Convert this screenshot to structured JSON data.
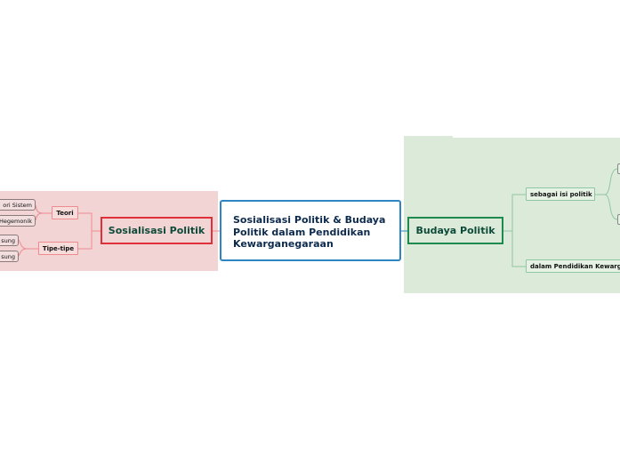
{
  "center": {
    "title": "Sosialisasi Politik & Budaya Politik dalam Pendidikan Kewarganegaraan"
  },
  "left": {
    "title": "Sosialisasi Politik",
    "branches": [
      {
        "label": "Teori",
        "leaves": [
          "ori Sistem",
          "Hegemonik"
        ]
      },
      {
        "label": "Tipe-tipe",
        "leaves": [
          "sung",
          "sung"
        ]
      }
    ]
  },
  "right": {
    "title": "Budaya Politik",
    "branches": [
      {
        "label": "sebagai isi politik"
      },
      {
        "label": "dalam Pendidikan Kewarg"
      }
    ]
  },
  "colors": {
    "left_accent": "#e0303a",
    "right_accent": "#1e8a4e",
    "center_border": "#2d85c4"
  }
}
